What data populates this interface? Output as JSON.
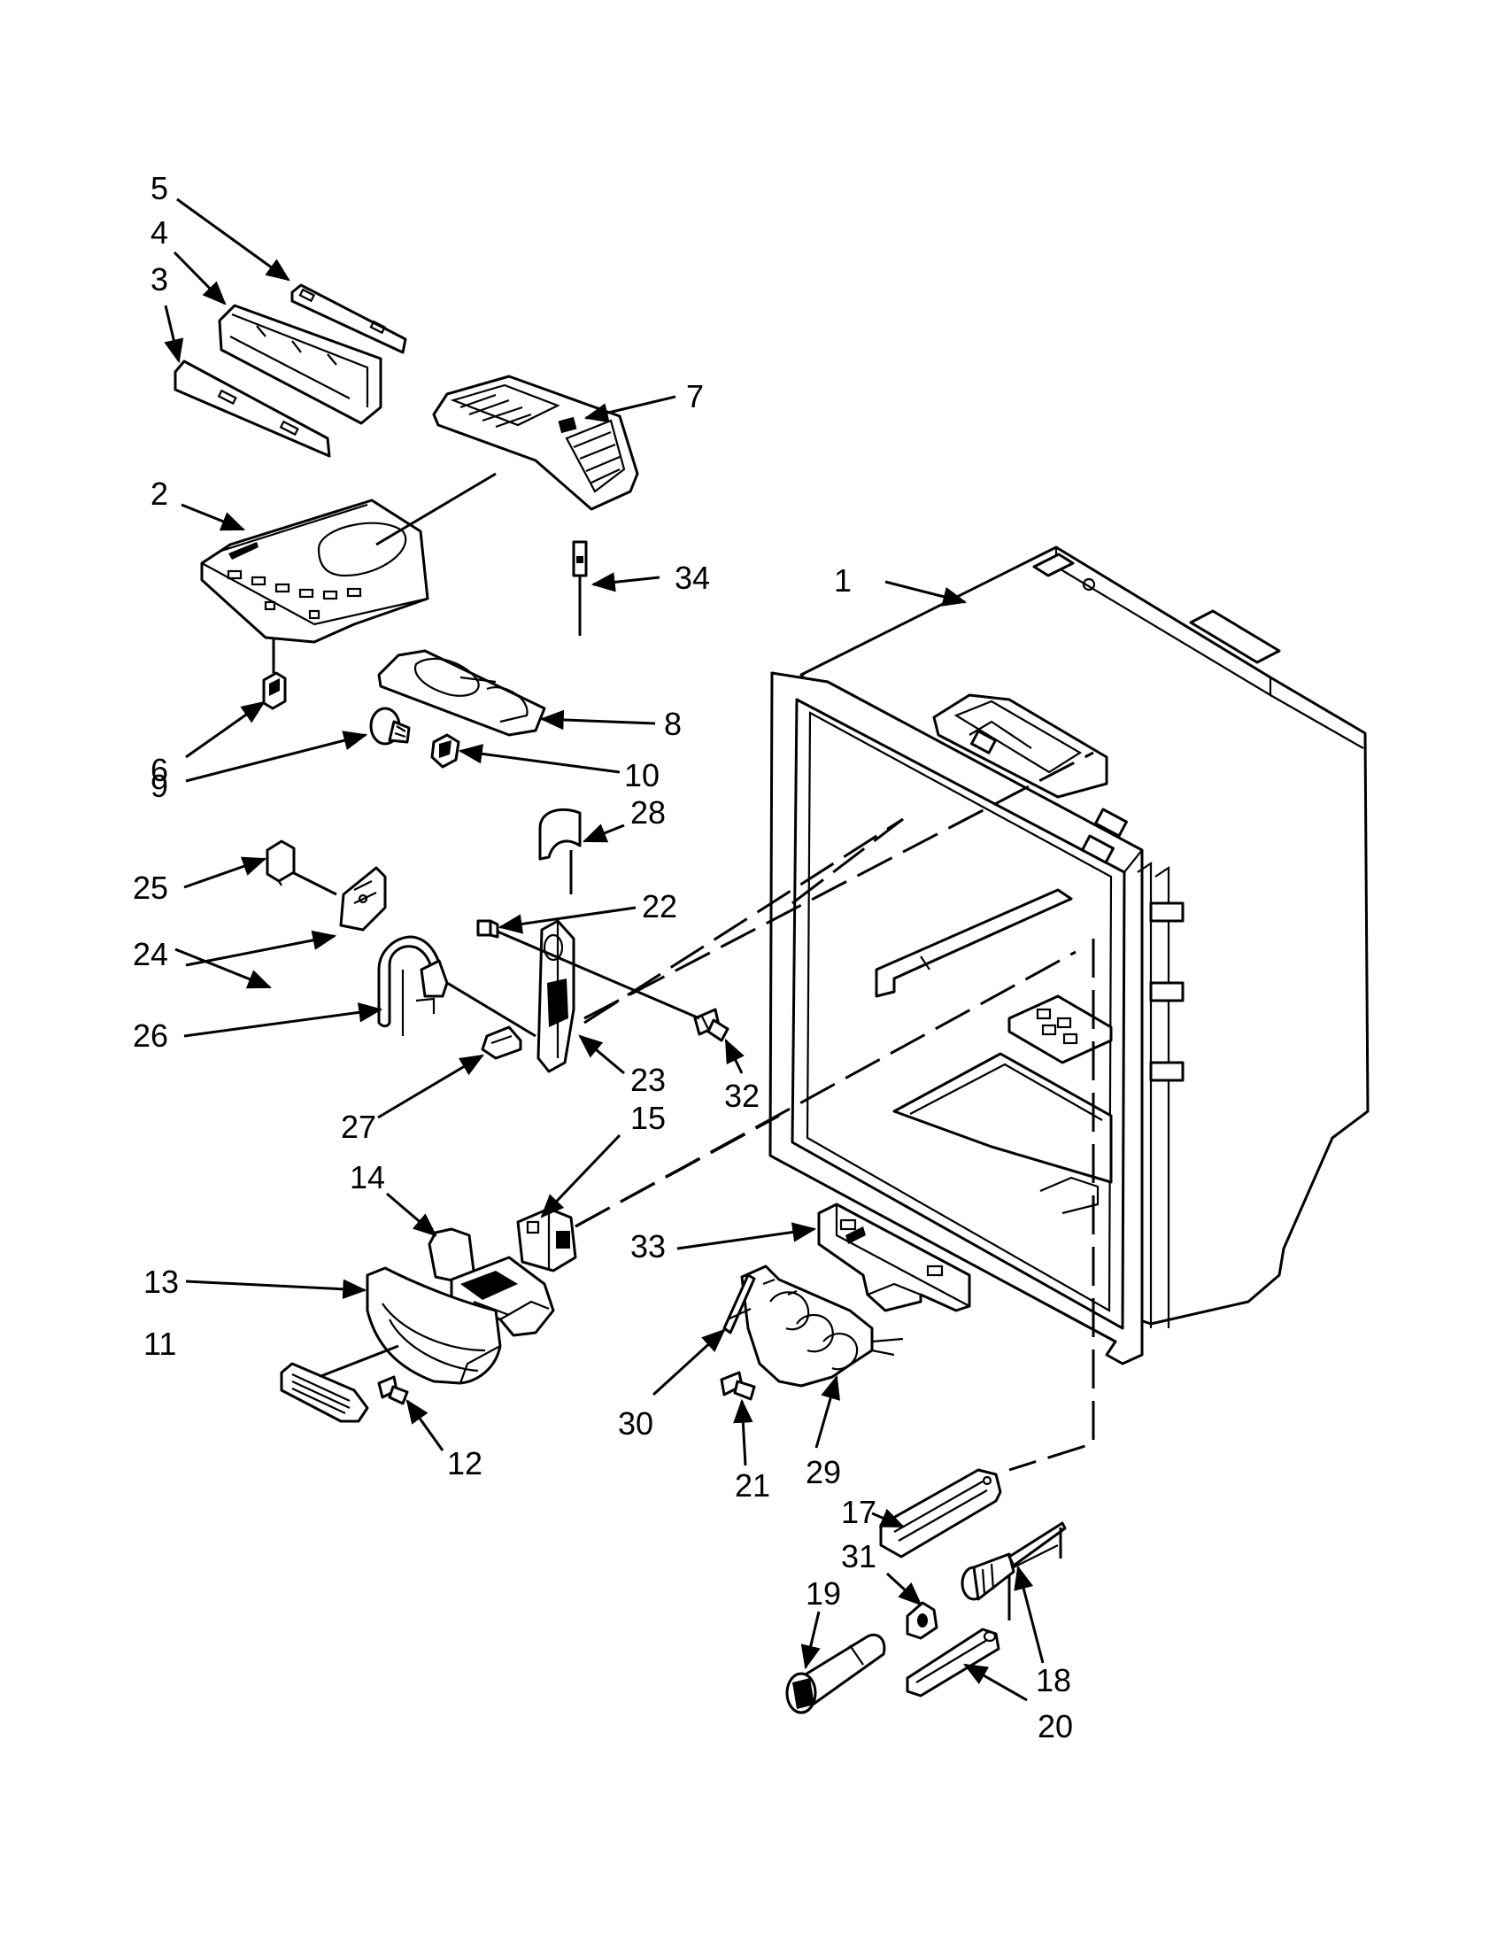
{
  "callouts": [
    {
      "id": "c1",
      "label": "1"
    },
    {
      "id": "c2",
      "label": "2"
    },
    {
      "id": "c3",
      "label": "3"
    },
    {
      "id": "c4",
      "label": "4"
    },
    {
      "id": "c5",
      "label": "5"
    },
    {
      "id": "c6",
      "label": "6"
    },
    {
      "id": "c7",
      "label": "7"
    },
    {
      "id": "c8",
      "label": "8"
    },
    {
      "id": "c9",
      "label": "9"
    },
    {
      "id": "c10",
      "label": "10"
    },
    {
      "id": "c11",
      "label": "11"
    },
    {
      "id": "c12",
      "label": "12"
    },
    {
      "id": "c13",
      "label": "13"
    },
    {
      "id": "c14",
      "label": "14"
    },
    {
      "id": "c15",
      "label": "15"
    },
    {
      "id": "c17",
      "label": "17"
    },
    {
      "id": "c18",
      "label": "18"
    },
    {
      "id": "c19",
      "label": "19"
    },
    {
      "id": "c20",
      "label": "20"
    },
    {
      "id": "c21",
      "label": "21"
    },
    {
      "id": "c22",
      "label": "22"
    },
    {
      "id": "c23",
      "label": "23"
    },
    {
      "id": "c24",
      "label": "24"
    },
    {
      "id": "c25",
      "label": "25"
    },
    {
      "id": "c26",
      "label": "26"
    },
    {
      "id": "c27",
      "label": "27"
    },
    {
      "id": "c28",
      "label": "28"
    },
    {
      "id": "c29",
      "label": "29"
    },
    {
      "id": "c30",
      "label": "30"
    },
    {
      "id": "c31",
      "label": "31"
    },
    {
      "id": "c32",
      "label": "32"
    },
    {
      "id": "c33",
      "label": "33"
    },
    {
      "id": "c34",
      "label": "34"
    }
  ]
}
